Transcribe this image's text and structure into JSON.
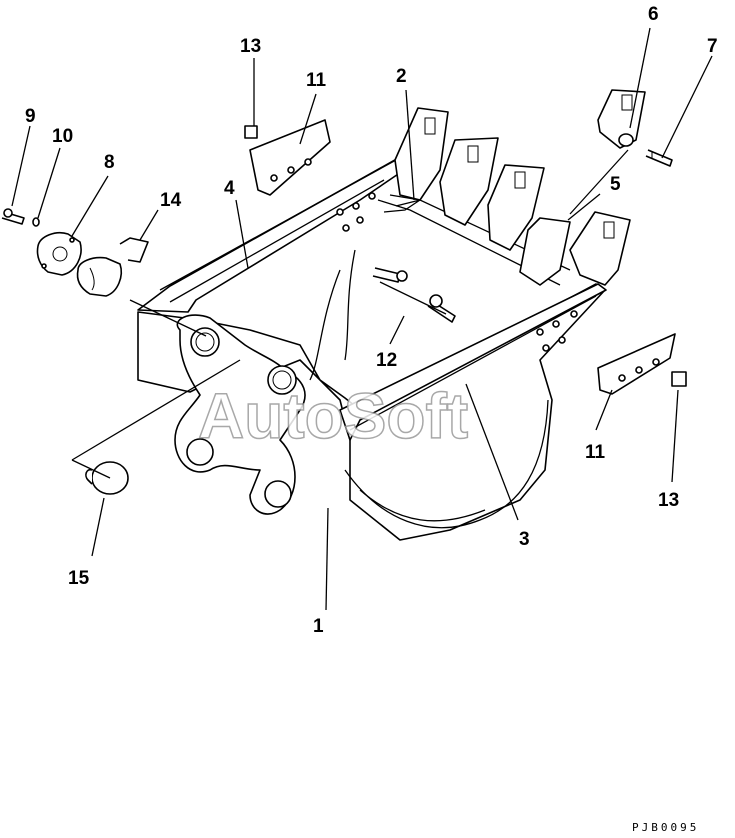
{
  "figure": {
    "watermark": "AutoSoft",
    "drawing_code": "PJB0095",
    "callouts": [
      {
        "id": "c1",
        "text": "1"
      },
      {
        "id": "c2",
        "text": "2"
      },
      {
        "id": "c3",
        "text": "3"
      },
      {
        "id": "c4",
        "text": "4"
      },
      {
        "id": "c5",
        "text": "5"
      },
      {
        "id": "c6",
        "text": "6"
      },
      {
        "id": "c7",
        "text": "7"
      },
      {
        "id": "c8",
        "text": "8"
      },
      {
        "id": "c9",
        "text": "9"
      },
      {
        "id": "c10",
        "text": "10"
      },
      {
        "id": "c11a",
        "text": "11"
      },
      {
        "id": "c11b",
        "text": "11"
      },
      {
        "id": "c12",
        "text": "12"
      },
      {
        "id": "c13a",
        "text": "13"
      },
      {
        "id": "c13b",
        "text": "13"
      },
      {
        "id": "c14",
        "text": "14"
      },
      {
        "id": "c15",
        "text": "15"
      }
    ]
  }
}
